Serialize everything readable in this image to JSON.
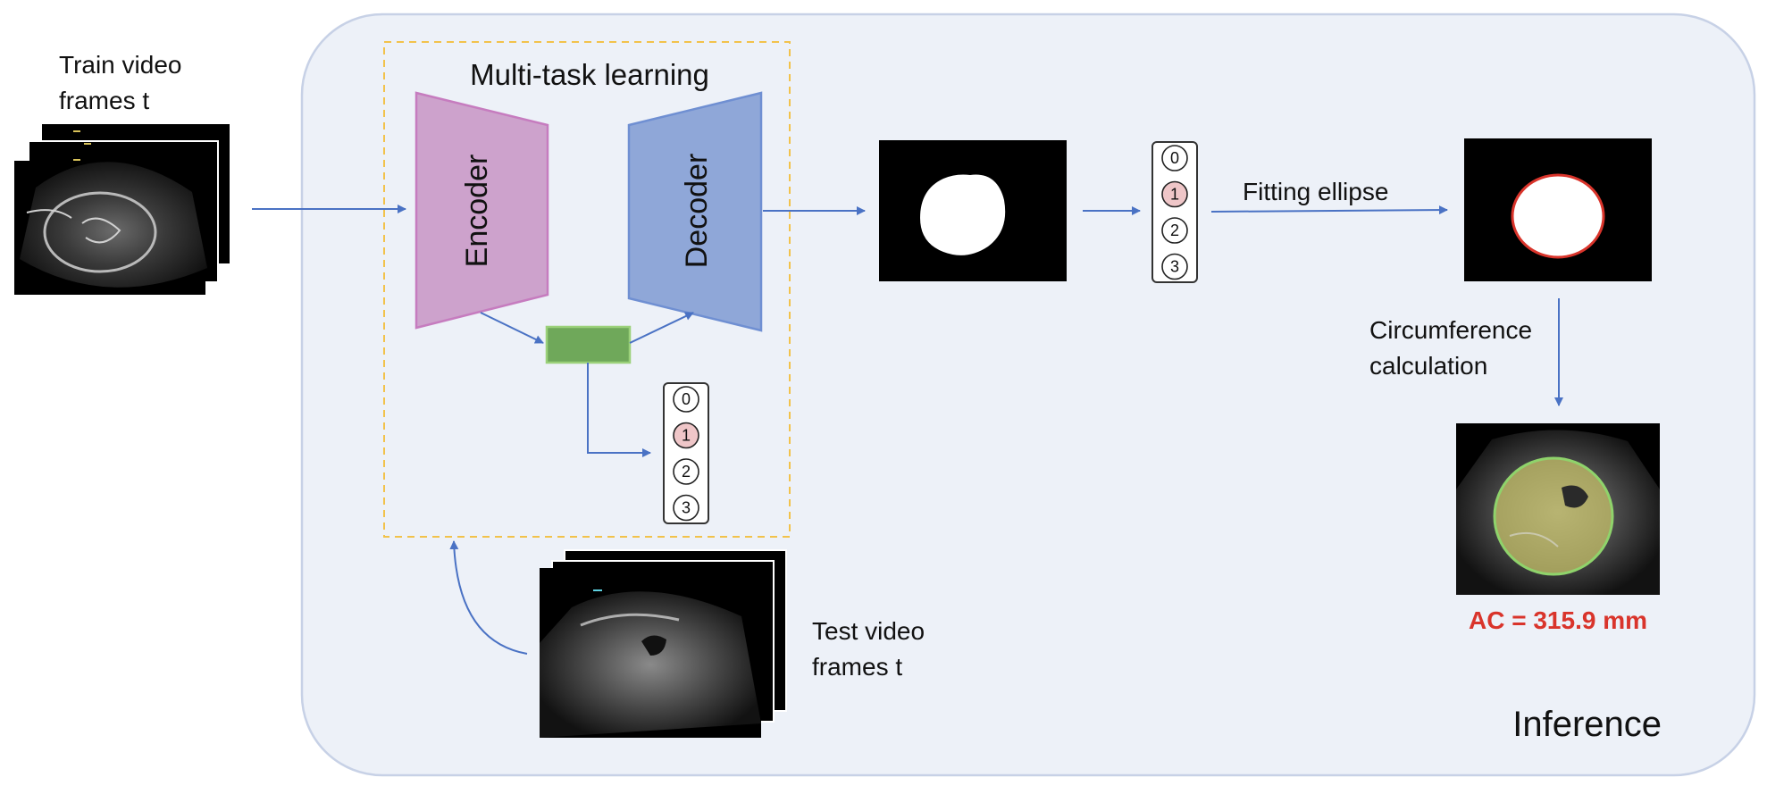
{
  "colors": {
    "panel_fill": "#edf1f8",
    "panel_stroke": "#c7d1e6",
    "arrow": "#4a72c4",
    "encoder_fill": "#cda2cc",
    "encoder_stroke": "#c67cbf",
    "decoder_fill": "#8fa7d8",
    "decoder_stroke": "#6f8fd2",
    "bottleneck_fill": "#6fa85a",
    "bottleneck_stroke": "#9bd17a",
    "mtl_box_stroke": "#f2c24b",
    "class_highlight": "#efc6c8",
    "ellipse_red": "#d9342b",
    "ac_text": "#d9342b",
    "overlay_yellow": "#c7c26a",
    "overlay_green": "#8fd36b"
  },
  "labels": {
    "train_frames": [
      "Train video",
      "frames t"
    ],
    "multitask": "Multi-task learning",
    "encoder": "Encoder",
    "decoder": "Decoder",
    "fitting": "Fitting ellipse",
    "circumference": [
      "Circumference",
      "calculation"
    ],
    "test_frames": [
      "Test video",
      "frames t"
    ],
    "ac_result": "AC = 315.9 mm",
    "inference": "Inference"
  },
  "class_vectors": {
    "mtl_head": {
      "items": [
        "0",
        "1",
        "2",
        "3"
      ],
      "highlight": "1"
    },
    "inference": {
      "items": [
        "0",
        "1",
        "2",
        "3"
      ],
      "highlight": "1"
    }
  },
  "icons": {
    "train_stack": "ultrasound-frames-icon",
    "test_stack": "ultrasound-frames-icon",
    "mask": "segmentation-mask-icon",
    "ellipse": "fitted-ellipse-icon",
    "result": "measured-ultrasound-icon"
  }
}
